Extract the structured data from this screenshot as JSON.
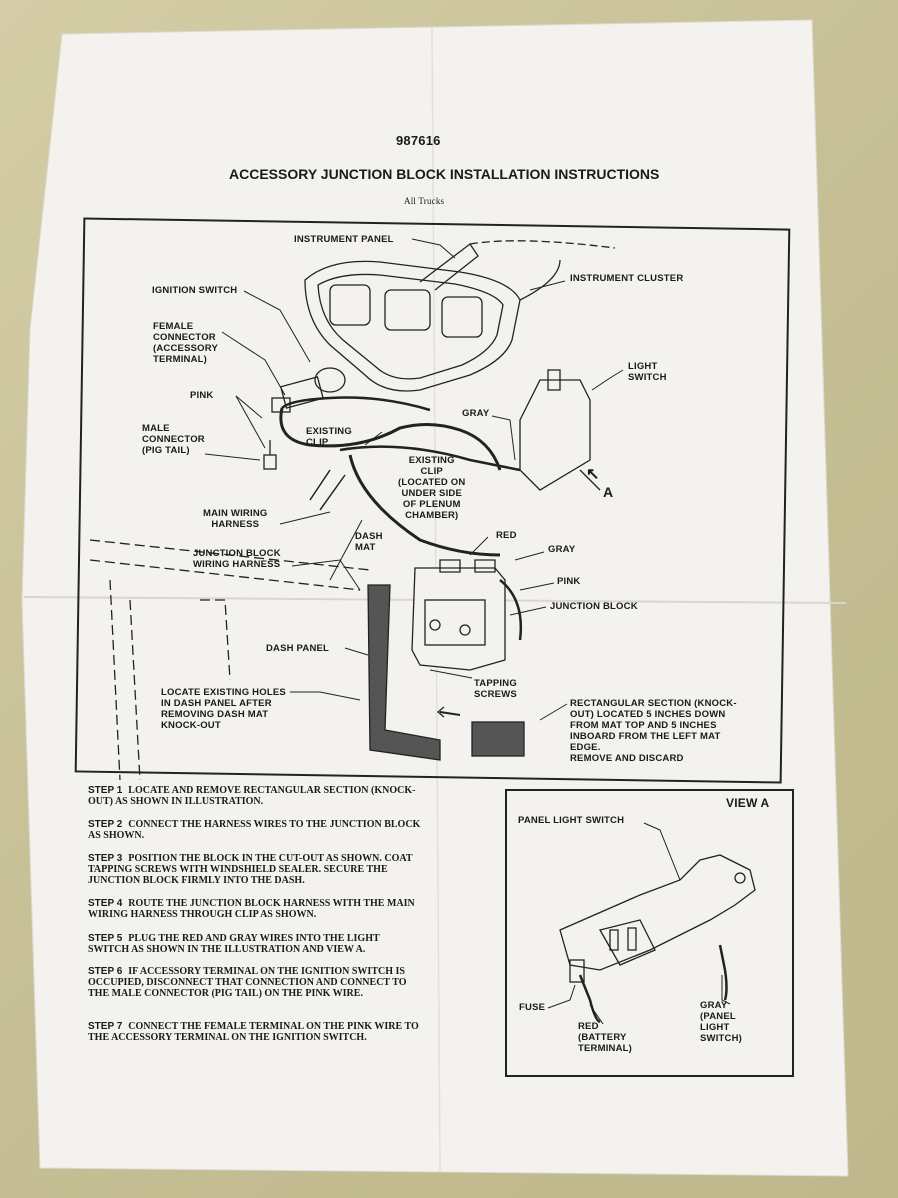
{
  "document": {
    "part_number": "987616",
    "title": "ACCESSORY JUNCTION BLOCK INSTALLATION INSTRUCTIONS",
    "subtitle": "All Trucks"
  },
  "main_diagram": {
    "labels": {
      "instrument_panel": "INSTRUMENT PANEL",
      "instrument_cluster": "INSTRUMENT CLUSTER",
      "ignition_switch": "IGNITION SWITCH",
      "female_connector": "FEMALE\nCONNECTOR\n(ACCESSORY\nTERMINAL)",
      "pink_top": "PINK",
      "male_connector": "MALE\nCONNECTOR\n(PIG TAIL)",
      "existing_clip_1": "EXISTING\nCLIP",
      "existing_clip_2": "EXISTING\nCLIP\n(LOCATED ON\nUNDER SIDE\nOF PLENUM\nCHAMBER)",
      "gray_top": "GRAY",
      "light_switch": "LIGHT\nSWITCH",
      "arrow_a": "A",
      "main_wiring_harness": "MAIN WIRING\nHARNESS",
      "red": "RED",
      "gray_mid": "GRAY",
      "dash_mat": "DASH\nMAT",
      "junction_block_harness": "JUNCTION BLOCK\nWIRING HARNESS",
      "pink_mid": "PINK",
      "junction_block": "JUNCTION BLOCK",
      "dash_panel": "DASH PANEL",
      "tapping_screws": "TAPPING\nSCREWS",
      "locate_holes": "LOCATE EXISTING HOLES\nIN DASH PANEL AFTER\nREMOVING DASH MAT\nKNOCK-OUT",
      "rectangular_section": "RECTANGULAR SECTION (KNOCK-\nOUT) LOCATED 5 INCHES DOWN\nFROM MAT TOP AND 5 INCHES\nINBOARD FROM THE LEFT MAT\nEDGE.\nREMOVE AND DISCARD"
    }
  },
  "steps": [
    {
      "num": "STEP 1",
      "text": "LOCATE AND REMOVE RECTANGULAR SECTION (KNOCK-OUT) AS SHOWN IN ILLUSTRATION."
    },
    {
      "num": "STEP 2",
      "text": "CONNECT THE HARNESS WIRES TO THE JUNCTION BLOCK AS SHOWN."
    },
    {
      "num": "STEP 3",
      "text": "POSITION THE BLOCK IN THE CUT-OUT AS SHOWN. COAT TAPPING SCREWS WITH WINDSHIELD SEALER. SECURE THE JUNCTION BLOCK FIRMLY INTO THE DASH."
    },
    {
      "num": "STEP 4",
      "text": "ROUTE THE JUNCTION BLOCK HARNESS WITH THE MAIN WIRING HARNESS THROUGH CLIP AS SHOWN."
    },
    {
      "num": "STEP 5",
      "text": "PLUG THE RED AND GRAY WIRES INTO THE LIGHT SWITCH AS SHOWN IN THE ILLUSTRATION AND VIEW A."
    },
    {
      "num": "STEP 6",
      "text": "IF ACCESSORY TERMINAL ON THE IGNITION SWITCH IS OCCUPIED, DISCONNECT THAT CONNECTION AND CONNECT TO THE MALE CONNECTOR (PIG TAIL) ON THE PINK WIRE."
    },
    {
      "num": "STEP 7",
      "text": "CONNECT THE FEMALE TERMINAL ON THE PINK WIRE TO THE ACCESSORY TERMINAL ON THE IGNITION SWITCH."
    }
  ],
  "view_a": {
    "title": "VIEW A",
    "labels": {
      "panel_light_switch": "PANEL LIGHT SWITCH",
      "fuse": "FUSE",
      "red_battery": "RED\n(BATTERY\nTERMINAL)",
      "gray_panel": "GRAY\n(PANEL\nLIGHT\nSWITCH)"
    }
  }
}
